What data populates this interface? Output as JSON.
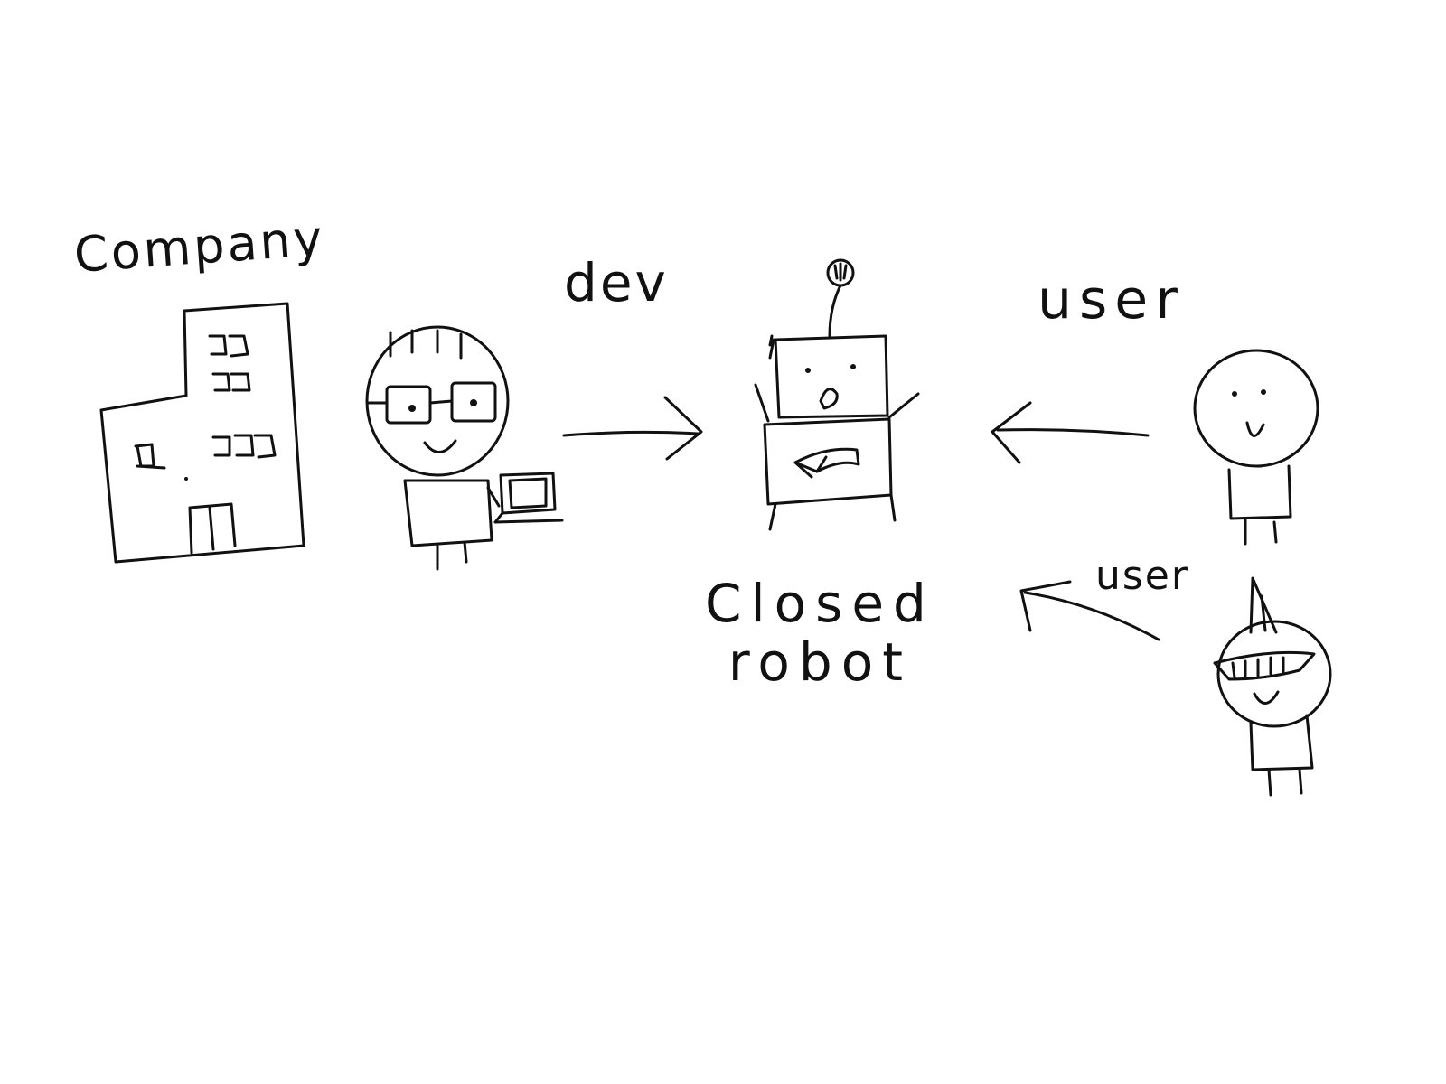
{
  "labels": {
    "company": "Company",
    "dev": "dev",
    "robot_line1": "Closed",
    "robot_line2": "robot",
    "user_top": "user",
    "user_bottom": "user"
  },
  "colors": {
    "ink": "#111111",
    "paper": "#ffffff"
  }
}
